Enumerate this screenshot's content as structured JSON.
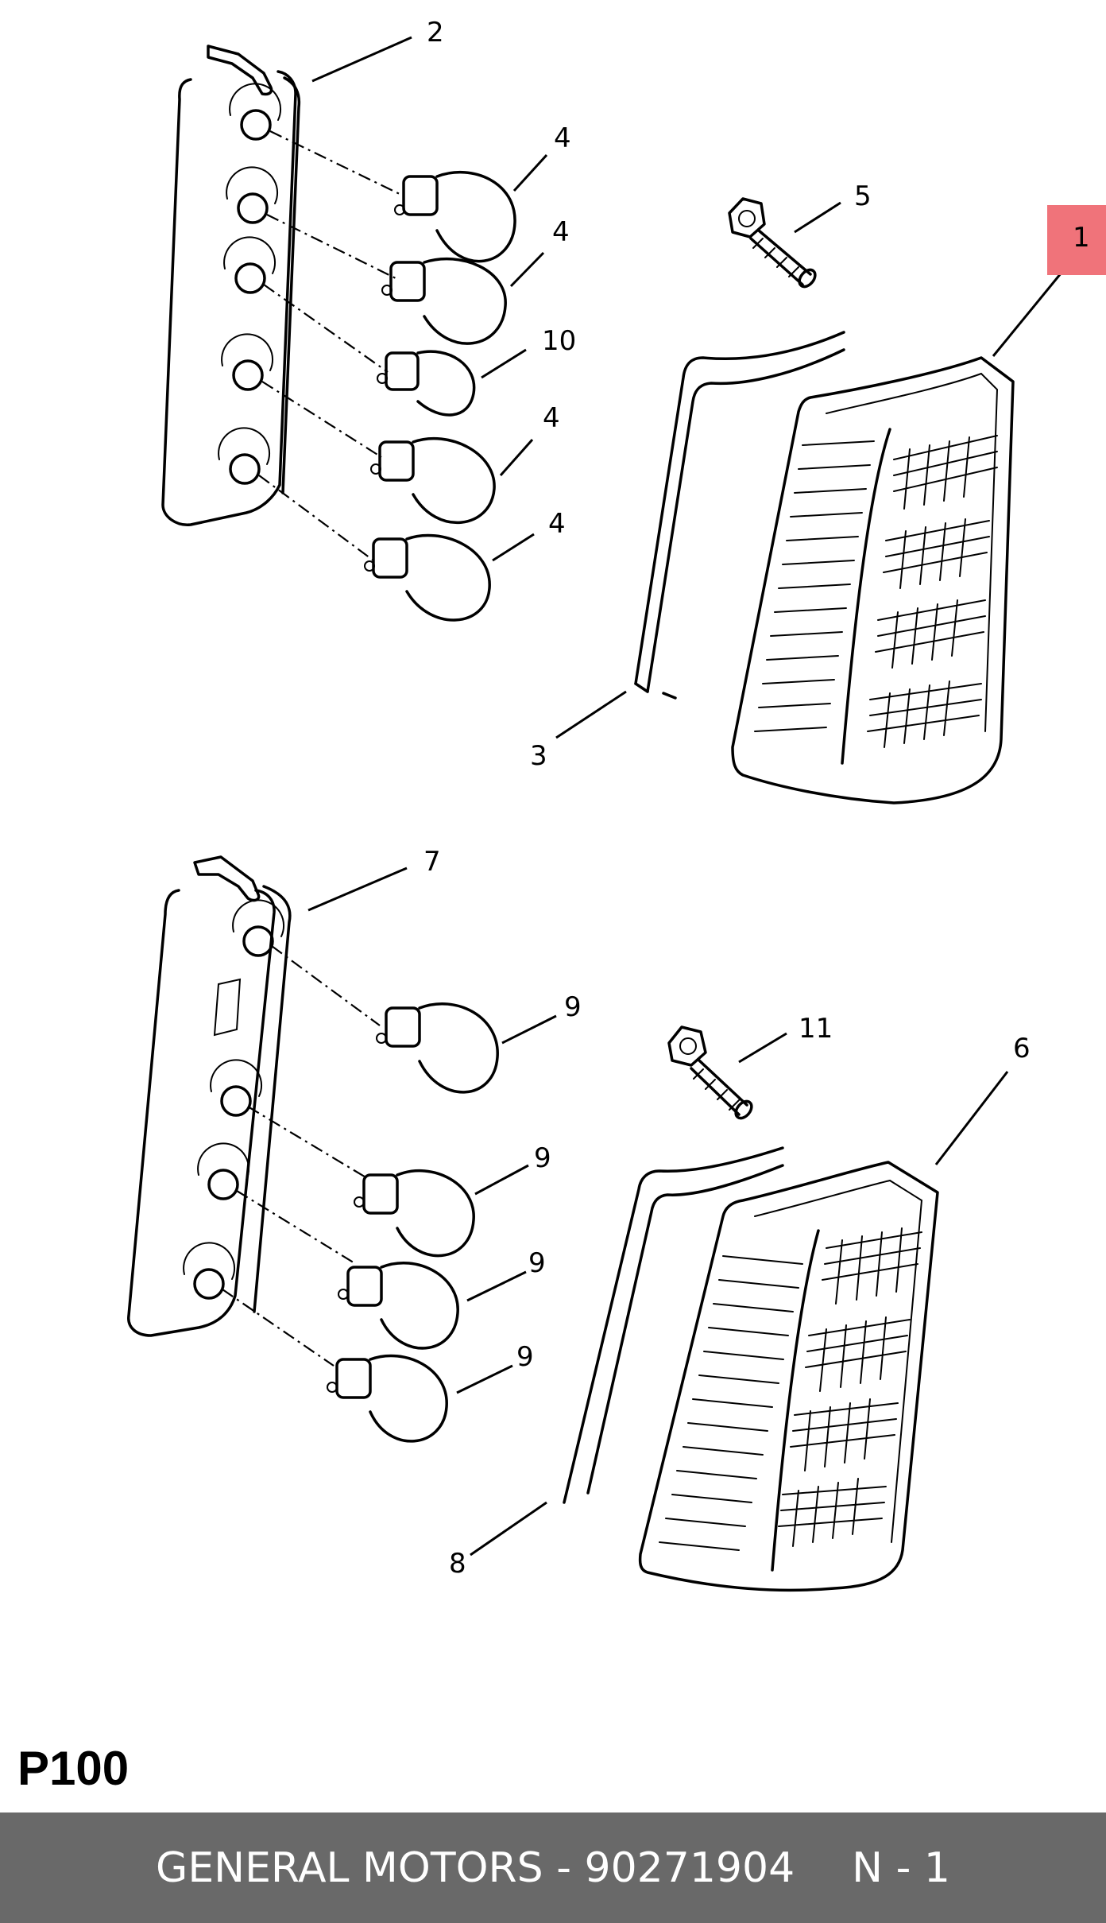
{
  "page_code": "P100",
  "footer": {
    "part_label": "GENERAL MOTORS - 90271904",
    "quantity_label": "N - 1"
  },
  "callouts": {
    "c1": "1",
    "c2": "2",
    "c3": "3",
    "c4a": "4",
    "c4b": "4",
    "c4c": "4",
    "c4d": "4",
    "c5": "5",
    "c6": "6",
    "c7": "7",
    "c8": "8",
    "c9a": "9",
    "c9b": "9",
    "c9c": "9",
    "c9d": "9",
    "c10": "10",
    "c11": "11"
  },
  "colors": {
    "highlight": "#f0737a",
    "footer_background": "#696969",
    "footer_text": "#ffffff"
  }
}
